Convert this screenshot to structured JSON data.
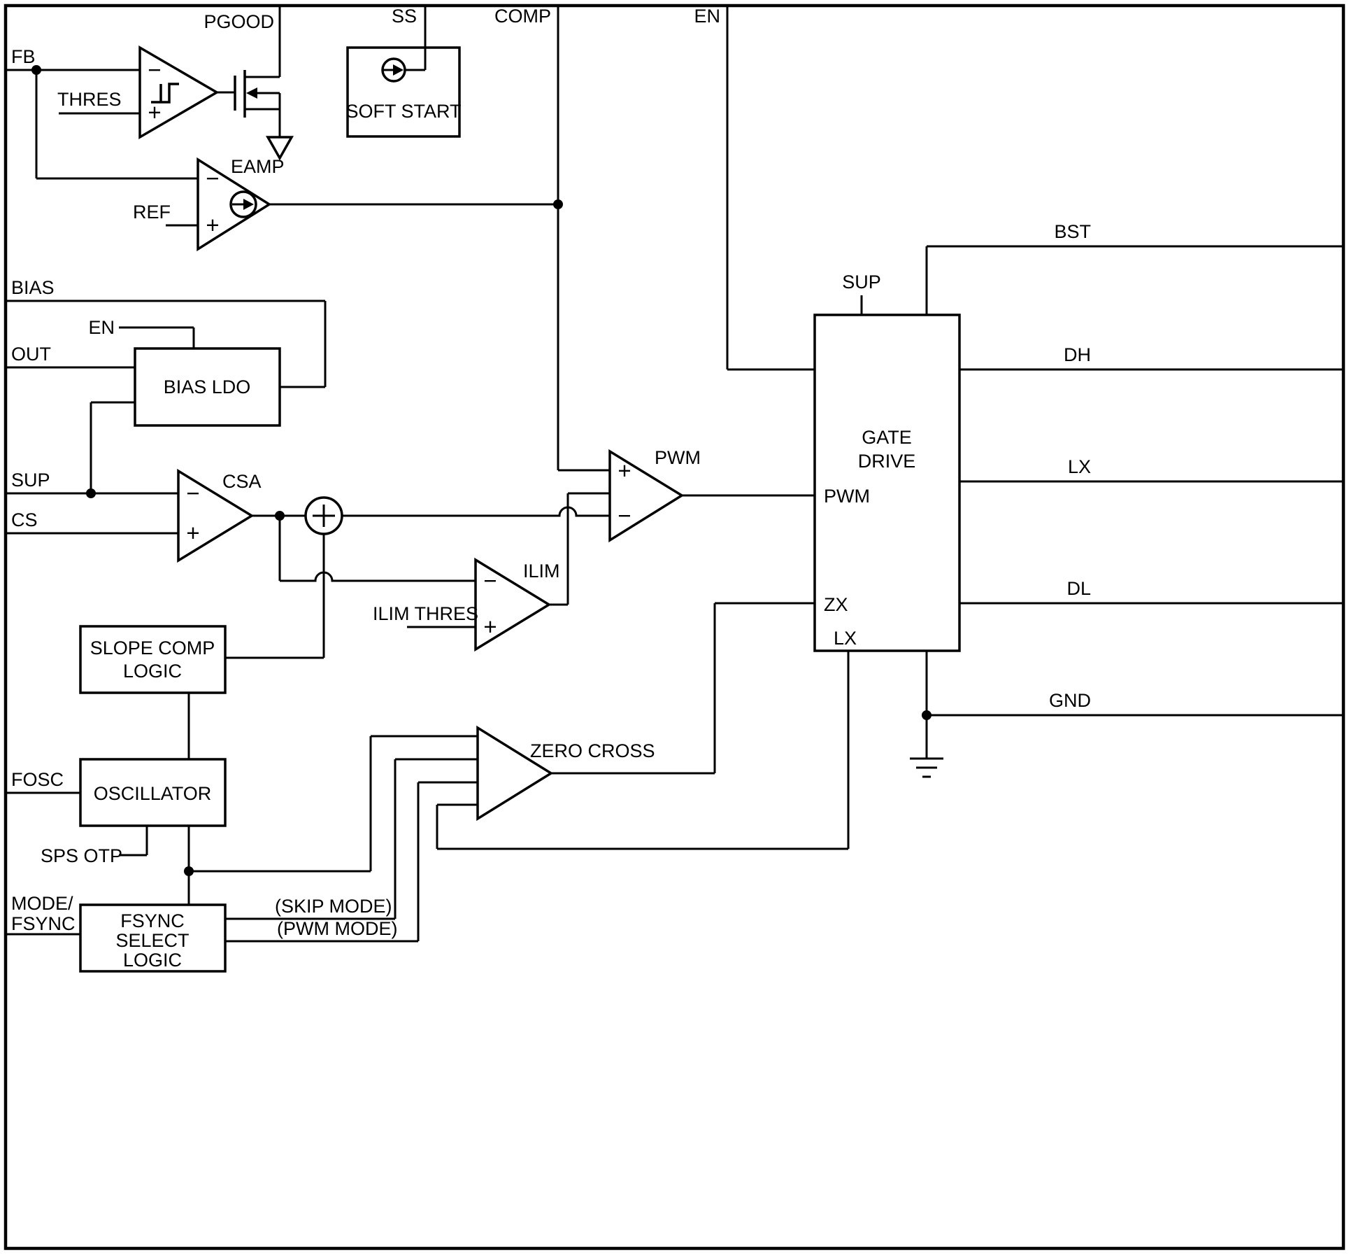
{
  "colors": {
    "ink": "#000000",
    "bg": "#ffffff"
  },
  "pins": {
    "left": {
      "fb": "FB",
      "bias": "BIAS",
      "out": "OUT",
      "sup": "SUP",
      "cs": "CS",
      "fosc": "FOSC",
      "mode_line1": "MODE/",
      "mode_line2": "FSYNC"
    },
    "top": {
      "pgood": "PGOOD",
      "ss": "SS",
      "comp": "COMP",
      "en": "EN"
    },
    "right": {
      "bst": "BST",
      "dh": "DH",
      "lx": "LX",
      "dl": "DL",
      "gnd": "GND"
    }
  },
  "blocks": {
    "soft_start": {
      "label": "SOFT START"
    },
    "bias_ldo": {
      "label": "BIAS LDO",
      "en": "EN"
    },
    "slope_comp": {
      "line1": "SLOPE COMP",
      "line2": "LOGIC"
    },
    "oscillator": {
      "label": "OSCILLATOR",
      "sps_otp": "SPS OTP"
    },
    "fsync_select": {
      "line1": "FSYNC",
      "line2": "SELECT",
      "line3": "LOGIC",
      "skip_mode": "(SKIP MODE)",
      "pwm_mode": "(PWM MODE)"
    },
    "gate_drive": {
      "line1": "GATE",
      "line2": "DRIVE",
      "sup": "SUP",
      "pwm": "PWM",
      "zx": "ZX",
      "lx": "LX"
    }
  },
  "amplifiers": {
    "hyst_comp": {
      "thres": "THRES"
    },
    "eamp": {
      "label": "EAMP",
      "ref": "REF"
    },
    "csa": {
      "label": "CSA"
    },
    "pwm_comp": {
      "label": "PWM"
    },
    "ilim_comp": {
      "label": "ILIM",
      "thres": "ILIM THRES"
    },
    "zero_cross": {
      "label": "ZERO CROSS"
    }
  },
  "marks": {
    "plus": "+",
    "minus": "−"
  }
}
